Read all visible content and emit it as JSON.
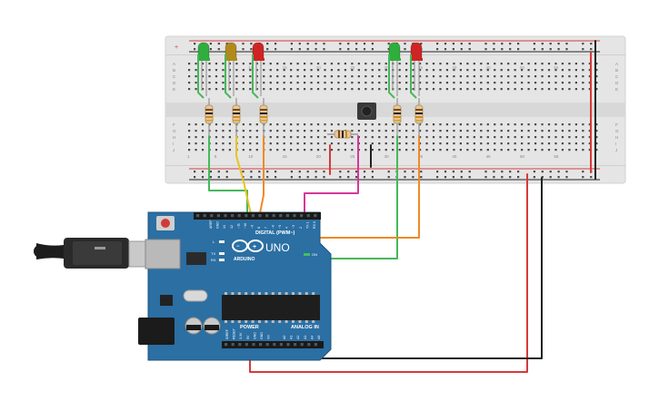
{
  "breadboard": {
    "row_letters_top": [
      "A",
      "B",
      "C",
      "D",
      "E"
    ],
    "row_letters_bottom": [
      "F",
      "G",
      "H",
      "I",
      "J"
    ],
    "column_numbers": [
      "1",
      "5",
      "10",
      "15",
      "20",
      "25",
      "30",
      "35",
      "40",
      "45",
      "50",
      "55"
    ],
    "column_numbers_top": [
      "10",
      "15",
      "20",
      "25",
      "30",
      "35",
      "40",
      "45",
      "50",
      "55"
    ]
  },
  "arduino": {
    "model_label": "UNO",
    "brand_label": "ARDUINO",
    "digital_header_label": "DIGITAL (PWM~)",
    "power_header_label": "POWER",
    "analog_header_label": "ANALOG IN",
    "on_label": "ON",
    "led_labels": [
      "L",
      "TX",
      "RX"
    ],
    "digital_pin_labels": [
      "AREF",
      "GND",
      "13",
      "12",
      "~11",
      "~10",
      "~9",
      "8",
      "7",
      "~6",
      "~5",
      "4",
      "~3",
      "2",
      "TX 1",
      "RX 0"
    ],
    "power_pin_labels": [
      "IOREF",
      "RESET",
      "3.3V",
      "5V",
      "GND",
      "GND",
      "Vin"
    ],
    "analog_pin_labels": [
      "A0",
      "A1",
      "A2",
      "A3",
      "A4",
      "A5"
    ]
  },
  "colors": {
    "board_blue": "#2b6fa3",
    "breadboard": "#e5e5e5",
    "wire_red": "#d63a3a",
    "wire_black": "#222222",
    "wire_green": "#46b85a",
    "wire_orange": "#ef8a24",
    "wire_yellow": "#e8c320",
    "wire_magenta": "#d6379b",
    "led_green": "#2fae3d",
    "led_yellow": "#b08a1c",
    "led_red": "#cf2424"
  }
}
